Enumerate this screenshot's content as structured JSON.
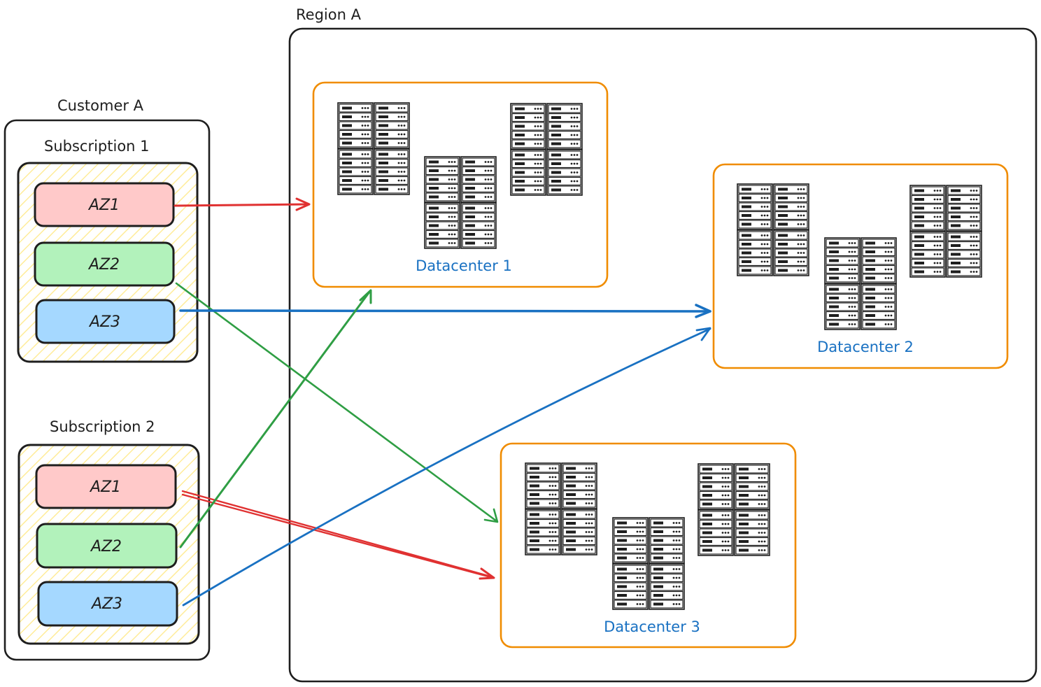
{
  "region": {
    "label": "Region A"
  },
  "customer": {
    "label": "Customer A",
    "subscriptions": [
      {
        "label": "Subscription 1",
        "zones": [
          {
            "label": "AZ1",
            "color": "red"
          },
          {
            "label": "AZ2",
            "color": "green"
          },
          {
            "label": "AZ3",
            "color": "blue"
          }
        ]
      },
      {
        "label": "Subscription 2",
        "zones": [
          {
            "label": "AZ1",
            "color": "red"
          },
          {
            "label": "AZ2",
            "color": "green"
          },
          {
            "label": "AZ3",
            "color": "blue"
          }
        ]
      }
    ]
  },
  "datacenters": [
    {
      "label": "Datacenter 1"
    },
    {
      "label": "Datacenter 2"
    },
    {
      "label": "Datacenter 3"
    }
  ],
  "connections": [
    {
      "from": "Subscription 1 / AZ1",
      "to": "Datacenter 1",
      "color": "#e03131"
    },
    {
      "from": "Subscription 1 / AZ2",
      "to": "Datacenter 3",
      "color": "#2f9e44"
    },
    {
      "from": "Subscription 1 / AZ3",
      "to": "Datacenter 2",
      "color": "#1971c2"
    },
    {
      "from": "Subscription 2 / AZ1",
      "to": "Datacenter 3",
      "color": "#e03131"
    },
    {
      "from": "Subscription 2 / AZ2",
      "to": "Datacenter 1",
      "color": "#2f9e44"
    },
    {
      "from": "Subscription 2 / AZ3",
      "to": "Datacenter 2",
      "color": "#1971c2"
    }
  ],
  "colors": {
    "zone_red_fill": "#ffc9c9",
    "zone_green_fill": "#b2f2bb",
    "zone_blue_fill": "#a5d8ff",
    "datacenter_border": "#f08c00",
    "datacenter_label": "#1971c2",
    "hatch": "#ffec99"
  }
}
